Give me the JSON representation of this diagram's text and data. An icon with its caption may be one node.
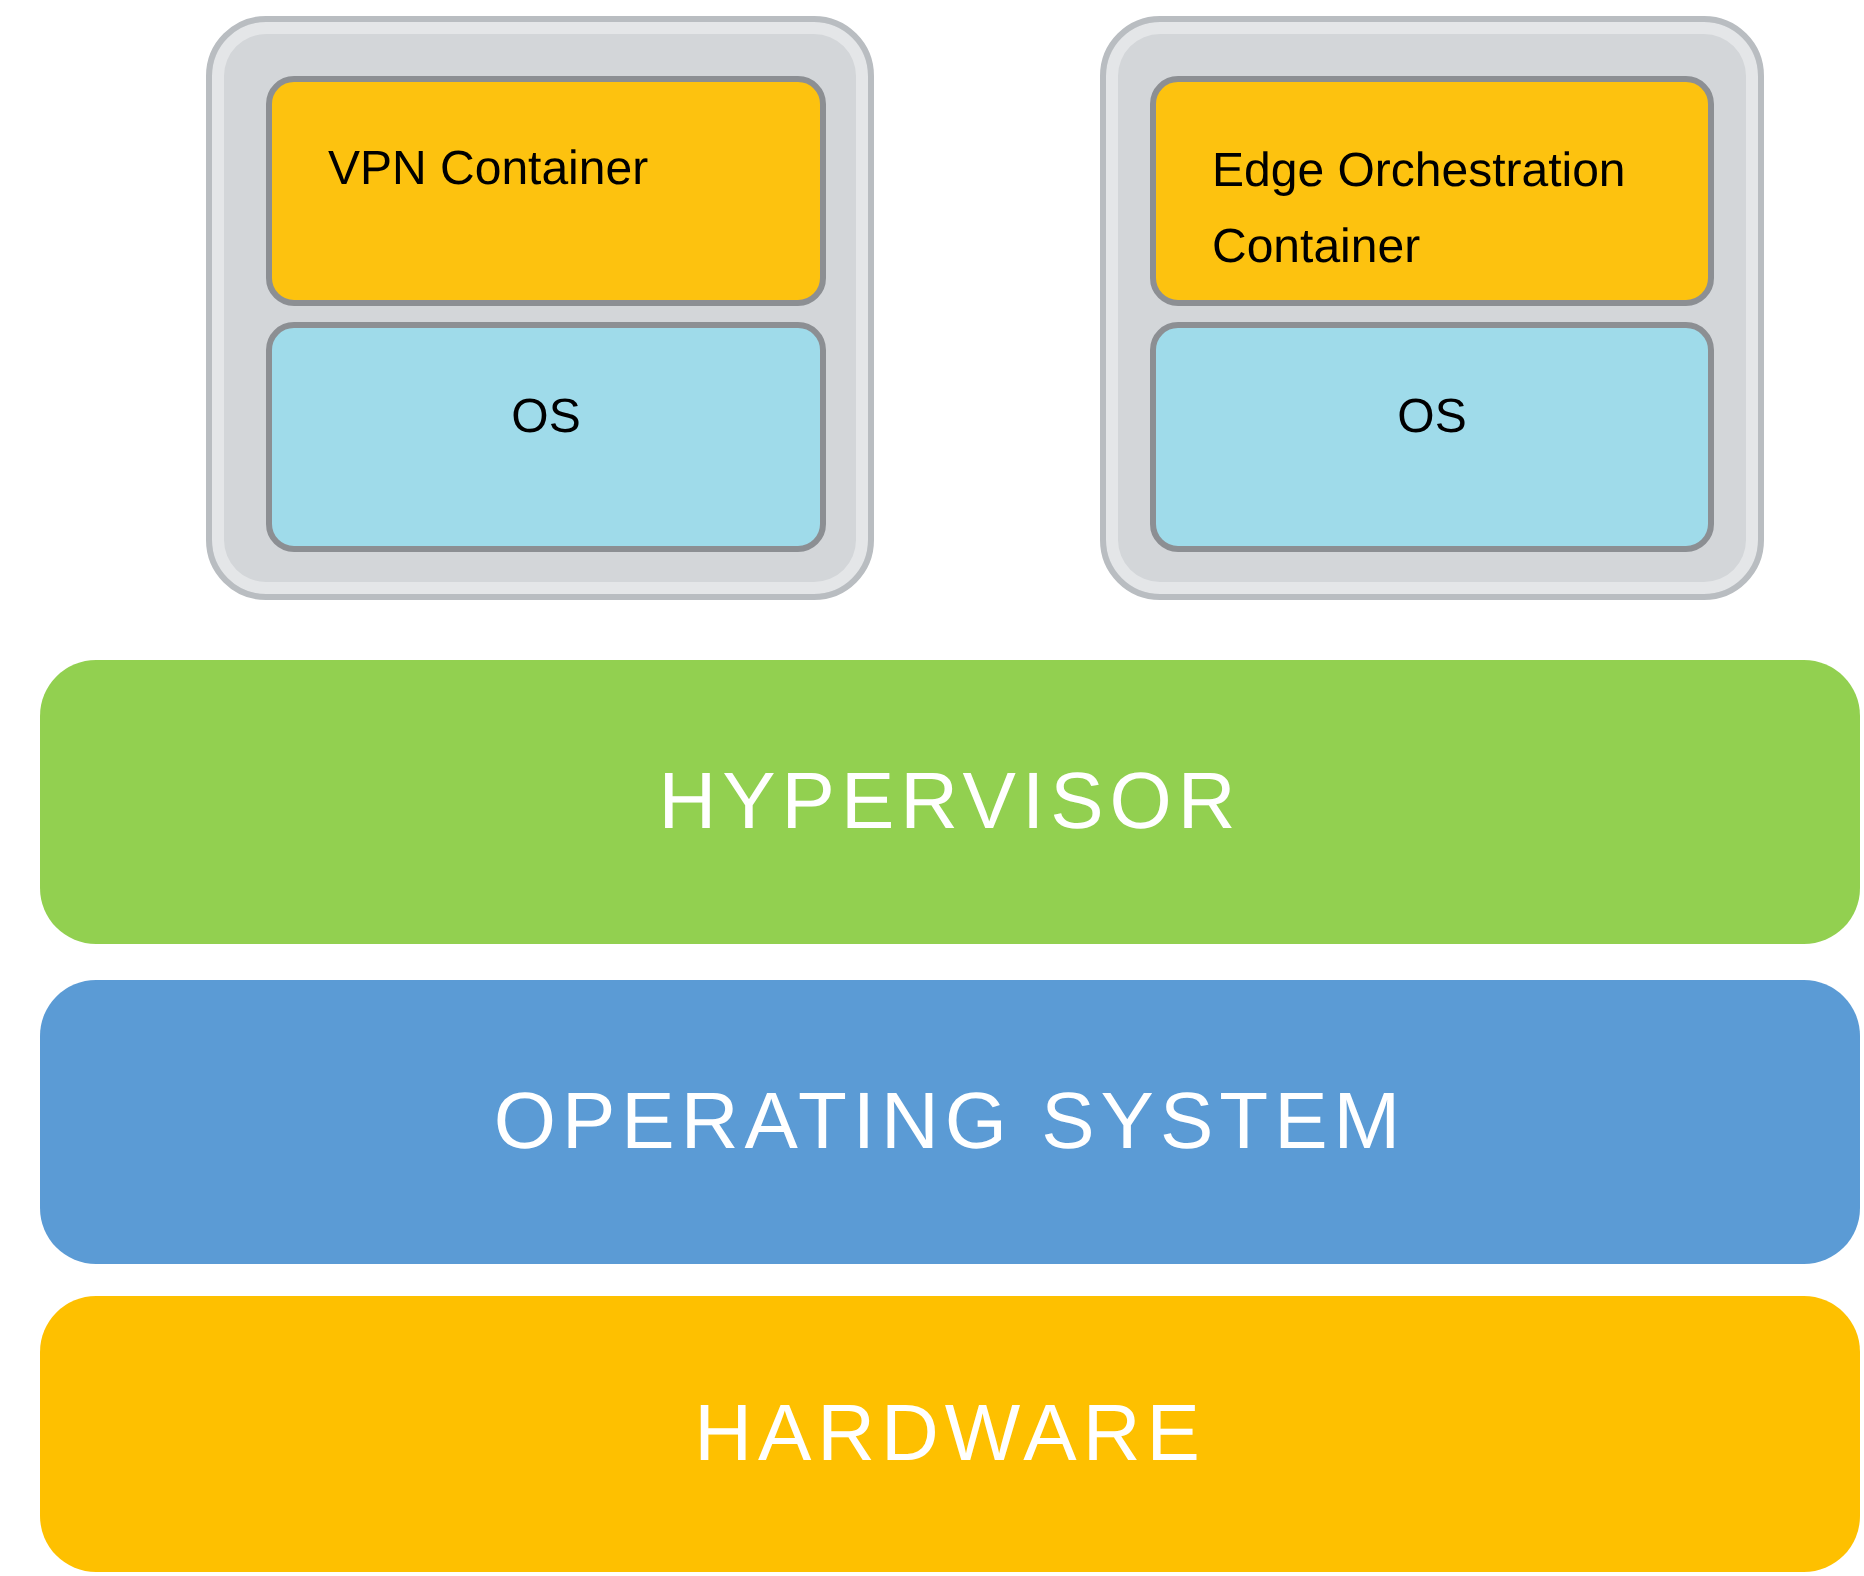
{
  "diagram": {
    "nodes": [
      {
        "text": [],
        "shape": "box"
      },
      {
        "text": [
          "VPN Container"
        ],
        "in": 0
      },
      {
        "text": [
          "OS"
        ],
        "in": 0
      },
      {
        "text": [],
        "shape": "box"
      },
      {
        "text": [
          "Edge Orchestration Container"
        ],
        "in": 3
      },
      {
        "text": [
          "OS"
        ],
        "in": 3
      },
      {
        "text": [
          "HYPERVISOR"
        ]
      },
      {
        "text": [
          "OPERATING SYSTEM"
        ]
      },
      {
        "text": [
          "HARDWARE"
        ]
      }
    ]
  }
}
